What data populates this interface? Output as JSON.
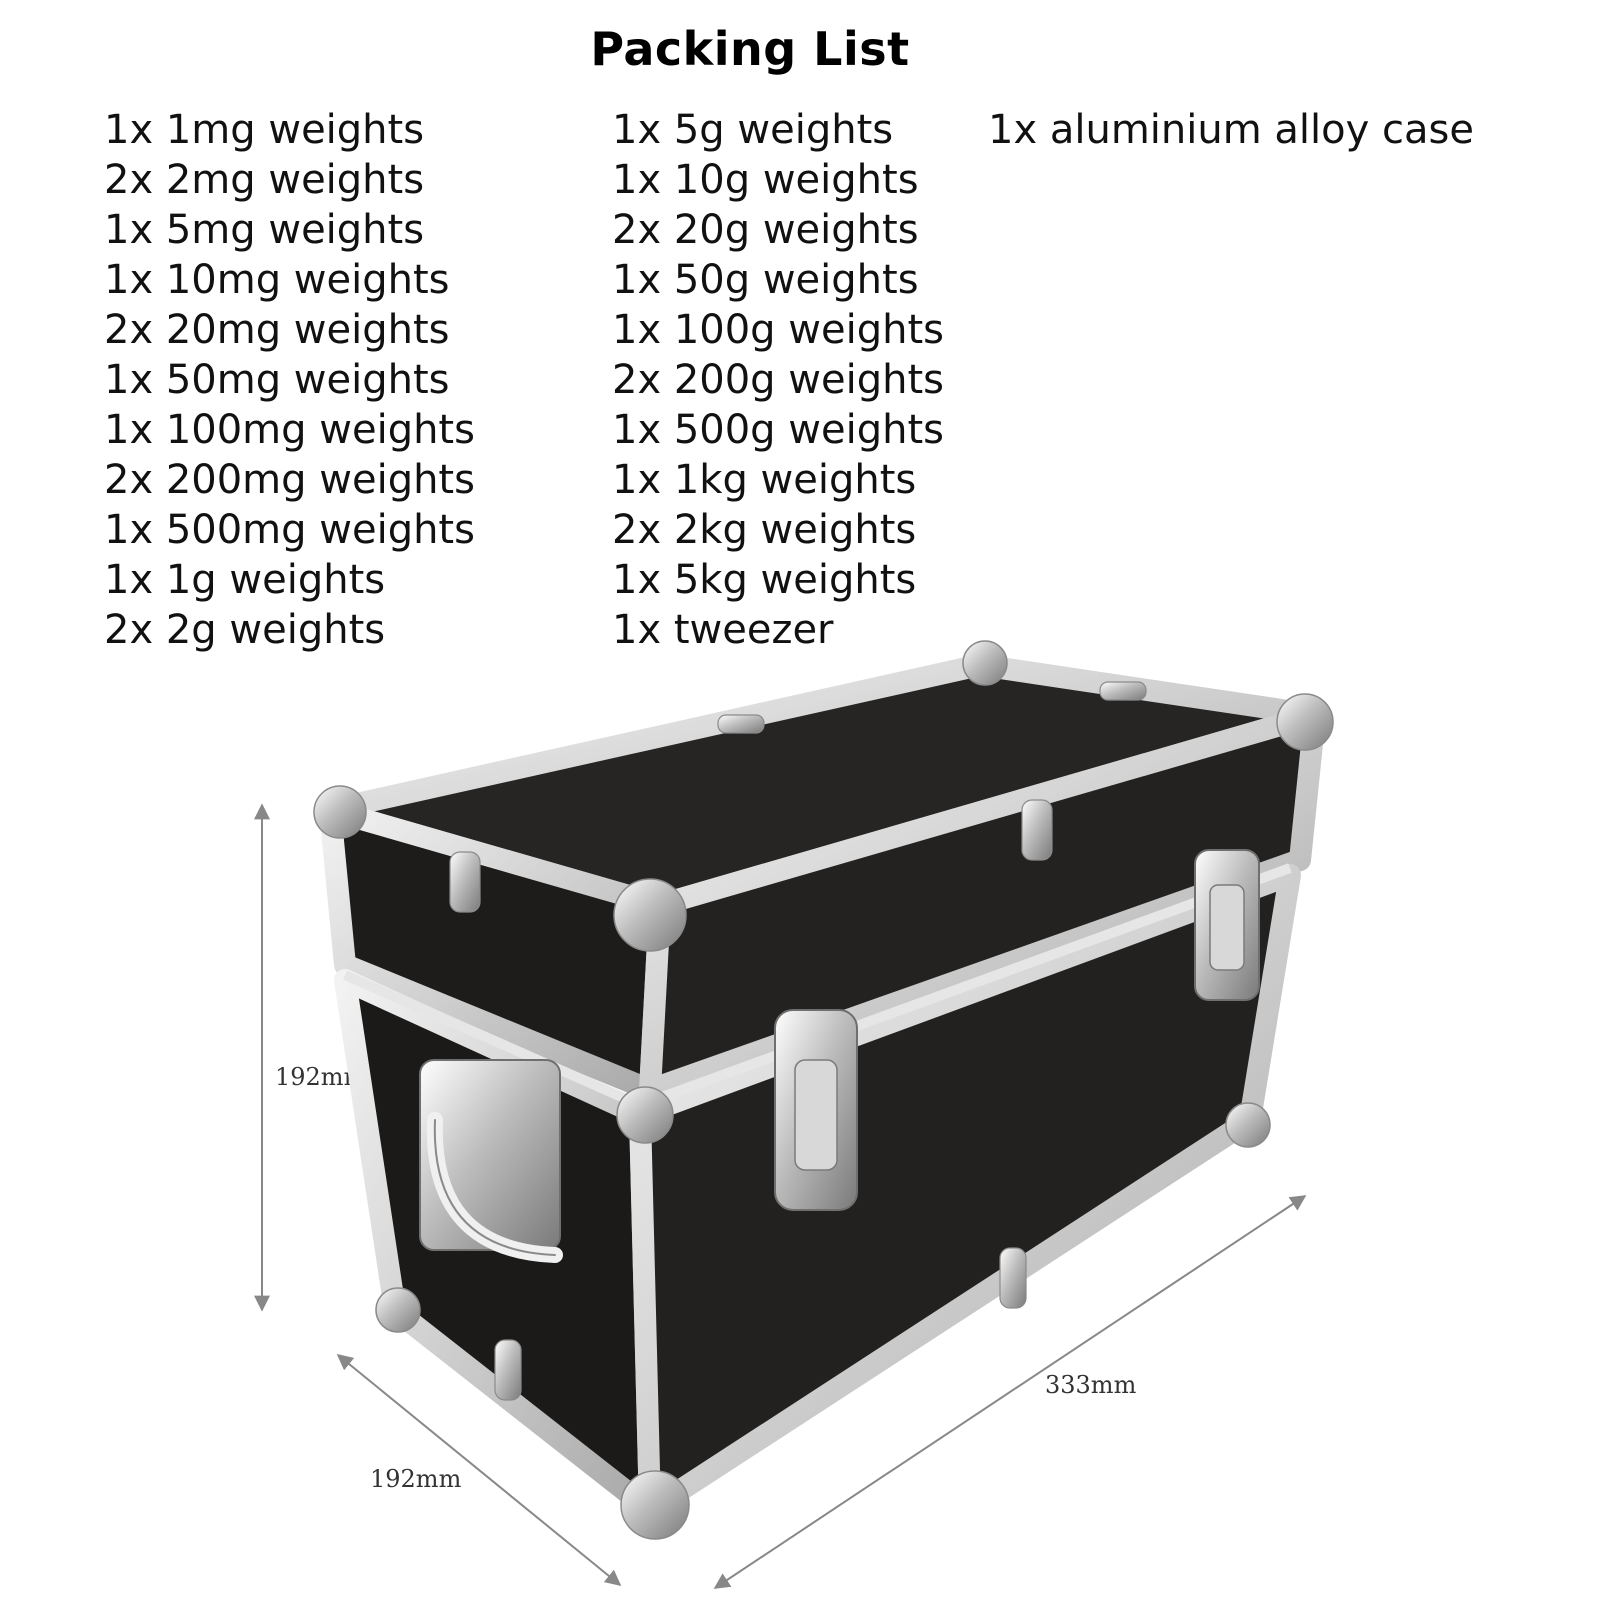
{
  "title": "Packing List",
  "packing_list": {
    "column_1": [
      "1x 1mg weights",
      "2x 2mg weights",
      "1x 5mg weights",
      "1x 10mg weights",
      "2x 20mg weights",
      "1x 50mg weights",
      "1x 100mg weights",
      "2x 200mg weights",
      "1x 500mg weights",
      "1x 1g weights",
      "2x 2g weights"
    ],
    "column_2": [
      "1x 5g weights",
      "1x 10g weights",
      "2x 20g weights",
      "1x 50g weights",
      "1x 100g weights",
      "2x 200g weights",
      "1x 500g weights",
      "1x 1kg weights",
      "2x 2kg weights",
      "1x 5kg weights",
      "1x tweezer"
    ],
    "column_3": [
      "1x aluminium alloy case"
    ]
  },
  "dimensions": {
    "height": "192mm",
    "depth": "192mm",
    "length": "333mm"
  },
  "colors": {
    "case_panel": "#1e1d1b",
    "aluminium_trim": "#d9d9d9",
    "chrome": "#c8c8c8",
    "dimension_line": "#888888"
  }
}
